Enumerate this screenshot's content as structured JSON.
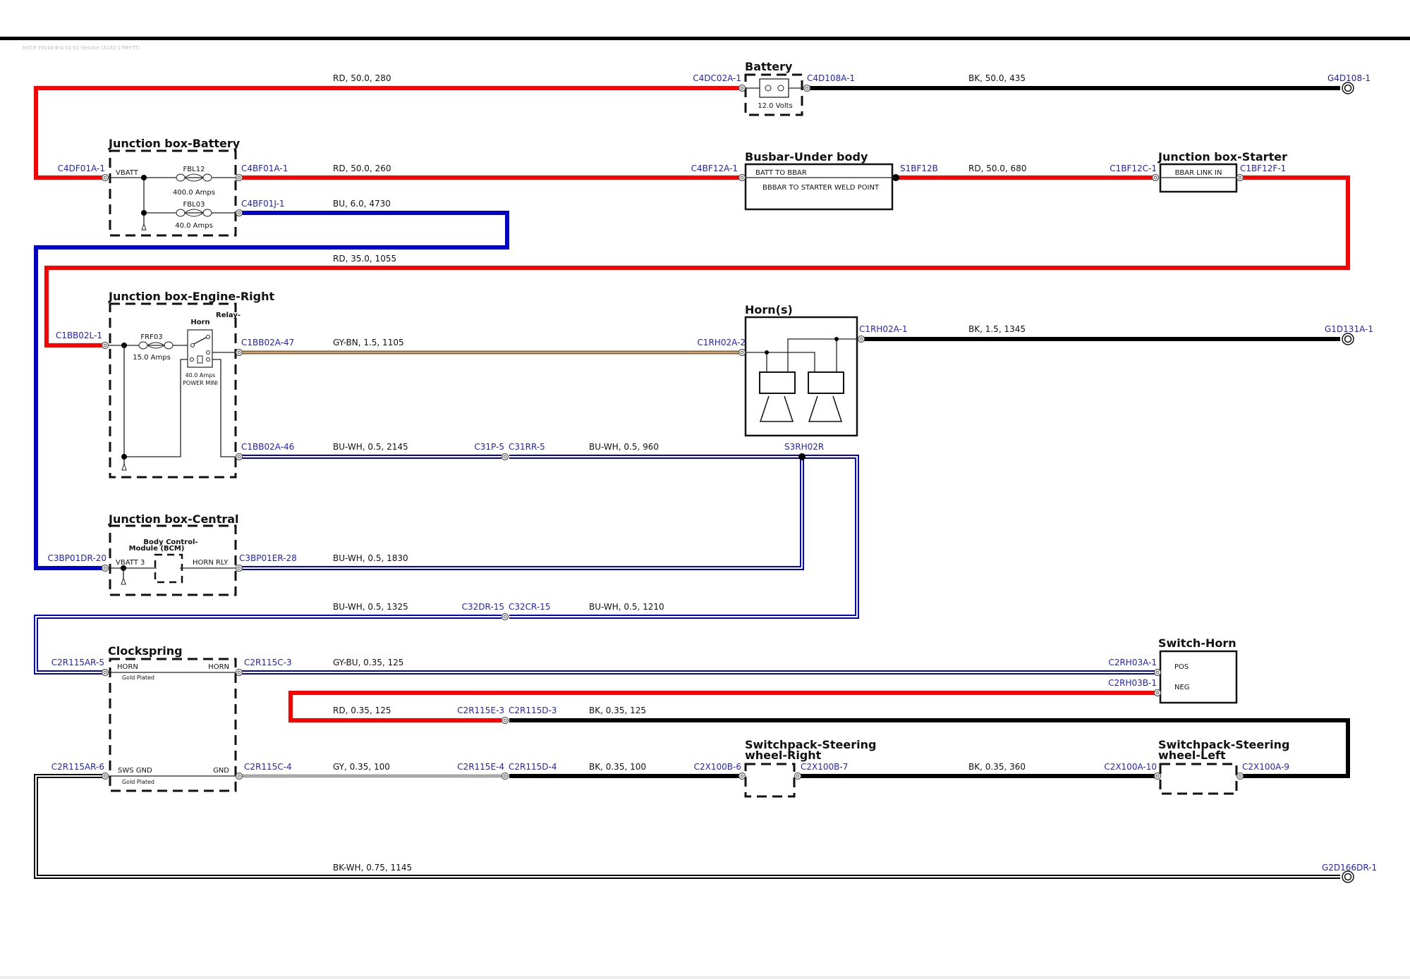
{
  "header": {
    "document_id": "HX53-70140-B-A-01-01-Service (X152-17MY-TT)"
  },
  "colors": {
    "red": "#ff0000",
    "black": "#000000",
    "blue": "#0000cc",
    "brown": "#8a5a2b",
    "gray": "#a8a8a8",
    "connector_text": "#2222cc"
  },
  "components": {
    "battery": {
      "title": "Battery",
      "rating": "12.0 Volts"
    },
    "jb_battery": {
      "title": "Junction box-Battery",
      "vbatt": "VBATT",
      "fuse1": "FBL12",
      "fuse1_rating": "400.0 Amps",
      "fuse2": "FBL03",
      "fuse2_rating": "40.0 Amps"
    },
    "busbar": {
      "title": "Busbar-Under body",
      "line1": "BATT TO BBAR",
      "line2": "BBBAR TO STARTER WELD POINT"
    },
    "jb_starter": {
      "title": "Junction box-Starter",
      "line1": "BBAR LINK IN"
    },
    "jb_engine_right": {
      "title": "Junction box-Engine-Right",
      "relay_label": "Relay-",
      "horn_label": "Horn",
      "fuse": "FRF03",
      "fuse_rating": "15.0 Amps",
      "relay_rating": "40.0 Amps",
      "relay_type": "POWER MINI"
    },
    "horns": {
      "title": "Horn(s)"
    },
    "jb_central": {
      "title": "Junction box-Central",
      "module_line1": "Body Control-",
      "module_line2": "Module (BCM)",
      "vbatt": "VBATT 3",
      "horn_rly": "HORN RLY"
    },
    "clockspring": {
      "title": "Clockspring",
      "horn_left": "HORN",
      "horn_right": "HORN",
      "gold1": "Gold Plated",
      "sws_gnd": "SWS GND",
      "gnd": "GND",
      "gold2": "Gold Plated"
    },
    "switch_horn": {
      "title": "Switch-Horn",
      "pos": "POS",
      "neg": "NEG"
    },
    "switchpack_right": {
      "title_line1": "Switchpack-Steering",
      "title_line2": "wheel-Right"
    },
    "switchpack_left": {
      "title_line1": "Switchpack-Steering",
      "title_line2": "wheel-Left"
    }
  },
  "connectors": {
    "c4dc02a_1": "C4DC02A-1",
    "c4d108a_1": "C4D108A-1",
    "g4d108_1": "G4D108-1",
    "c4df01a_1": "C4DF01A-1",
    "c4bf01a_1": "C4BF01A-1",
    "c4bf01j_1": "C4BF01J-1",
    "c4bf12a_1": "C4BF12A-1",
    "s1bf12b": "S1BF12B",
    "c1bf12c_1": "C1BF12C-1",
    "c1bf12f_1": "C1BF12F-1",
    "c1bb02l_1": "C1BB02L-1",
    "c1bb02a_47": "C1BB02A-47",
    "c1rh02a_2": "C1RH02A-2",
    "c1rh02a_1": "C1RH02A-1",
    "g1d131a_1": "G1D131A-1",
    "c1bb02a_46": "C1BB02A-46",
    "c31p_5": "C31P-5",
    "c31rr_5": "C31RR-5",
    "s3rh02r": "S3RH02R",
    "c3bp01dr_20": "C3BP01DR-20",
    "c3bp01er_28": "C3BP01ER-28",
    "c32dr_15": "C32DR-15",
    "c32cr_15": "C32CR-15",
    "c2r115ar_5": "C2R115AR-5",
    "c2r115c_3": "C2R115C-3",
    "c2rh03a_1": "C2RH03A-1",
    "c2rh03b_1": "C2RH03B-1",
    "c2r115e_3": "C2R115E-3",
    "c2r115d_3": "C2R115D-3",
    "c2r115ar_6": "C2R115AR-6",
    "c2r115c_4": "C2R115C-4",
    "c2r115e_4": "C2R115E-4",
    "c2r115d_4": "C2R115D-4",
    "c2x100b_6": "C2X100B-6",
    "c2x100b_7": "C2X100B-7",
    "c2x100a_10": "C2X100A-10",
    "c2x100a_9": "C2X100A-9",
    "g2d166dr_1": "G2D166DR-1"
  },
  "wires": {
    "w1": "RD,  50.0,  280",
    "w2": "BK,  50.0,  435",
    "w3": "RD,  50.0,  260",
    "w4": "RD,  50.0,  680",
    "w5": "BU,  6.0,  4730",
    "w6": "RD,  35.0,  1055",
    "w7": "GY-BN,  1.5,  1105",
    "w8": "BK,  1.5,  1345",
    "w9": "BU-WH,  0.5,  2145",
    "w10": "BU-WH,  0.5,  960",
    "w11": "BU-WH,  0.5,  1830",
    "w12": "BU-WH,  0.5,  1325",
    "w13": "BU-WH,  0.5,  1210",
    "w14": "GY-BU,  0.35,  125",
    "w15": "RD,  0.35,  125",
    "w16": "BK,  0.35,  125",
    "w17": "GY,  0.35,  100",
    "w18": "BK,  0.35,  100",
    "w19": "BK,  0.35,  360",
    "w20": "BK-WH,  0.75,  1145"
  }
}
